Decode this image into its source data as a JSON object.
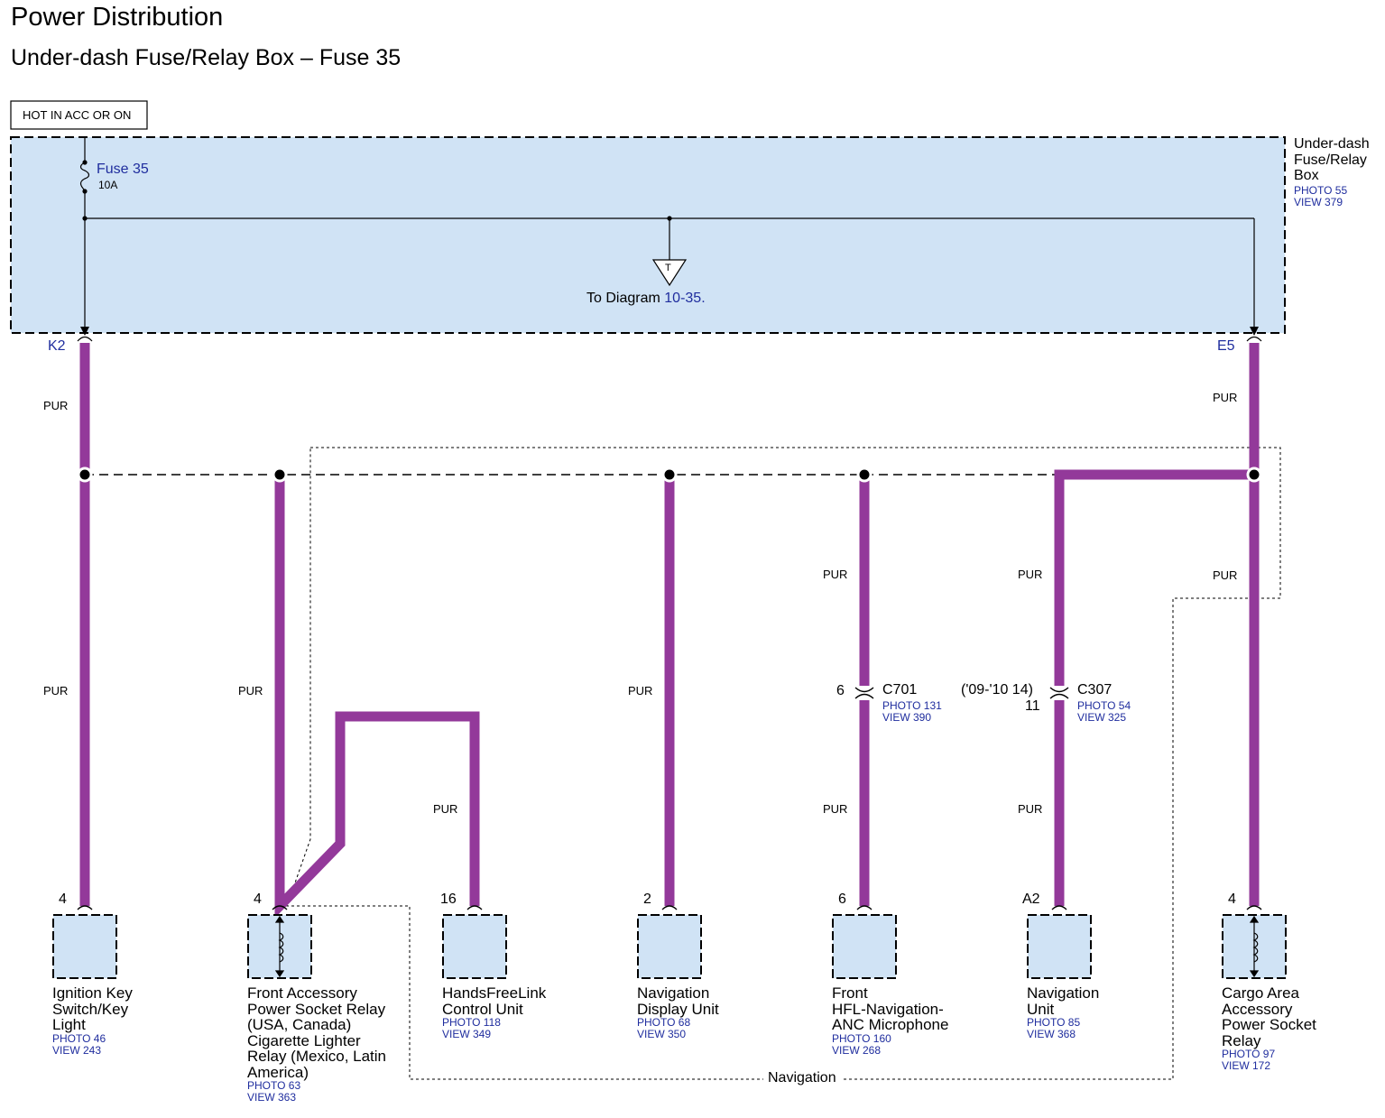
{
  "header": {
    "title": "Power Distribution",
    "subtitle": "Under-dash Fuse/Relay Box – Fuse 35"
  },
  "power_state": "HOT IN ACC OR ON",
  "fuse_box": {
    "name": "Under-dash Fuse/Relay Box",
    "name_lines": [
      "Under-dash",
      "Fuse/Relay",
      "Box"
    ],
    "photo": "PHOTO 55",
    "view": "VIEW 379",
    "fuse_name": "Fuse 35",
    "fuse_rating": "10A",
    "to_diagram_prefix": "To Diagram",
    "to_diagram_ref": "10-35.",
    "ground_tag": "T",
    "terminals": [
      "K2",
      "E5"
    ]
  },
  "wire_color": "PUR",
  "colors": {
    "wire": "#93399a",
    "component_fill": "#d0e3f5",
    "link_blue": "#1f2d9e"
  },
  "connectors": [
    {
      "id": "C701",
      "pin": "6",
      "photo": "PHOTO 131",
      "view": "VIEW 390"
    },
    {
      "id": "C307",
      "pin": "11",
      "note": "('09-'10 14)",
      "photo": "PHOTO 54",
      "view": "VIEW 325"
    }
  ],
  "components": [
    {
      "pin": "4",
      "lines": [
        "Ignition Key",
        "Switch/Key",
        "Light"
      ],
      "photo": "PHOTO 46",
      "view": "VIEW 243"
    },
    {
      "pin": "4",
      "lines": [
        "Front Accessory",
        "Power Socket Relay",
        "(USA, Canada)",
        "Cigarette Lighter",
        "Relay (Mexico, Latin",
        "America)"
      ],
      "photo": "PHOTO 63",
      "view": "VIEW 363"
    },
    {
      "pin": "16",
      "lines": [
        "HandsFreeLink",
        "Control Unit"
      ],
      "photo": "PHOTO 118",
      "view": "VIEW 349"
    },
    {
      "pin": "2",
      "lines": [
        "Navigation",
        "Display Unit"
      ],
      "photo": "PHOTO 68",
      "view": "VIEW 350"
    },
    {
      "pin": "6",
      "lines": [
        "Front",
        "HFL-Navigation-",
        "ANC Microphone"
      ],
      "photo": "PHOTO 160",
      "view": "VIEW 268"
    },
    {
      "pin": "A2",
      "lines": [
        "Navigation",
        "Unit"
      ],
      "photo": "PHOTO 85",
      "view": "VIEW 368"
    },
    {
      "pin": "4",
      "lines": [
        "Cargo Area",
        "Accessory",
        "Power Socket",
        "Relay"
      ],
      "photo": "PHOTO 97",
      "view": "VIEW 172"
    }
  ],
  "option_group_label": "Navigation"
}
